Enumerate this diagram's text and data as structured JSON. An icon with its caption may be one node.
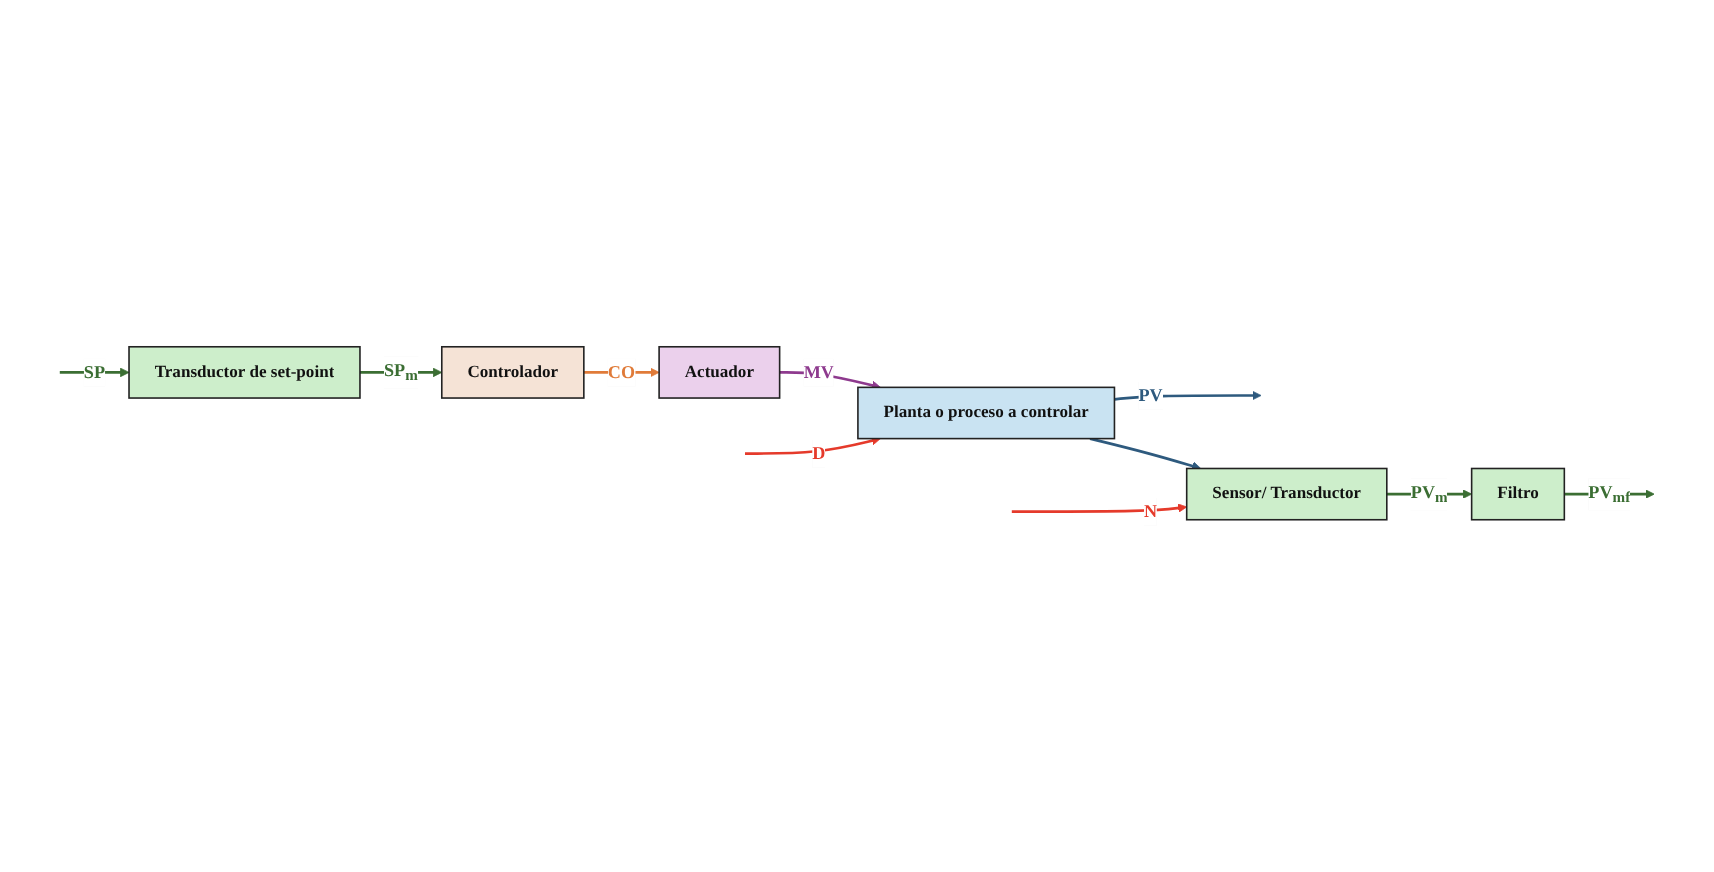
{
  "diagram": {
    "nodes": [
      {
        "text": [
          "Transductor de set-point"
        ]
      },
      {
        "text": [
          "Controlador"
        ]
      },
      {
        "text": [
          "Actuador"
        ]
      },
      {
        "text": [
          "Planta o proceso a controlar"
        ]
      },
      {
        "text": [
          "Sensor/ Transductor"
        ]
      },
      {
        "text": [
          "Filtro"
        ]
      }
    ],
    "edges": [
      {
        "from": null,
        "to": 0,
        "arrow": "to",
        "label": "SP"
      },
      {
        "from": 0,
        "to": 1,
        "arrow": "to",
        "label": "SP$_{m}$"
      },
      {
        "from": 1,
        "to": 2,
        "arrow": "to",
        "label": "CO",
        "color": "#e07b39"
      },
      {
        "from": 2,
        "to": 3,
        "arrow": "to",
        "label": "MV",
        "color": "#8e3a8e"
      },
      {
        "from": 3,
        "to": null,
        "arrow": "to",
        "label": "PV",
        "color": "#2e5a7e"
      },
      {
        "from": 3,
        "to": 4,
        "arrow": "to",
        "color": "#2e5a7e"
      },
      {
        "from": 4,
        "to": 5,
        "arrow": "to",
        "label": "PV$_{m}$"
      },
      {
        "from": 5,
        "to": null,
        "arrow": "to",
        "label": "PV$_{mf}$"
      },
      {
        "from": null,
        "to": 3,
        "arrow": "to",
        "label": "D",
        "color": "#e53a2b"
      },
      {
        "from": null,
        "to": 4,
        "arrow": "to",
        "label": "N",
        "color": "#e53a2b"
      }
    ]
  }
}
